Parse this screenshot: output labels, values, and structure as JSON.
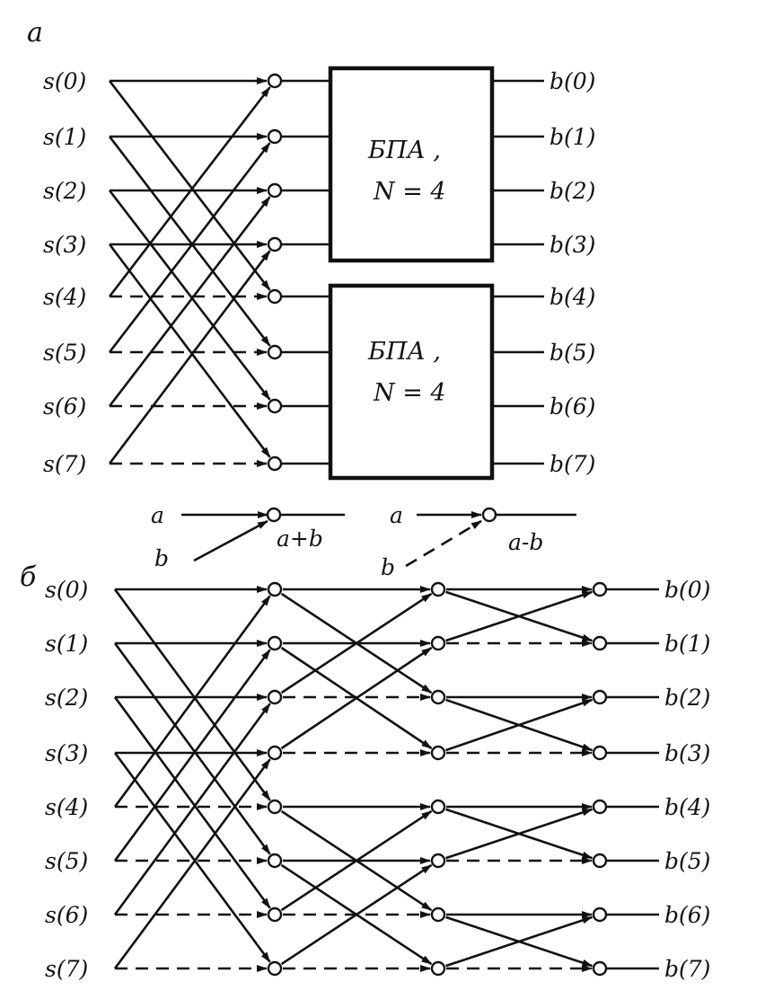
{
  "panel_a": {
    "letter": "a",
    "inputs": [
      "s(0)",
      "s(1)",
      "s(2)",
      "s(3)",
      "s(4)",
      "s(5)",
      "s(6)",
      "s(7)"
    ],
    "outputs": [
      "b(0)",
      "b(1)",
      "b(2)",
      "b(3)",
      "b(4)",
      "b(5)",
      "b(6)",
      "b(7)"
    ],
    "blocks": [
      {
        "line1": "БПА ,",
        "line2": "N = 4"
      },
      {
        "line1": "БПА ,",
        "line2": "N = 4"
      }
    ]
  },
  "legend": {
    "sum": {
      "a": "a",
      "b": "b",
      "result": "a+b"
    },
    "difference": {
      "a": "a",
      "b": "b",
      "result": "a-b"
    }
  },
  "panel_b": {
    "letter": "б",
    "inputs": [
      "s(0)",
      "s(1)",
      "s(2)",
      "s(3)",
      "s(4)",
      "s(5)",
      "s(6)",
      "s(7)"
    ],
    "outputs": [
      "b(0)",
      "b(1)",
      "b(2)",
      "b(3)",
      "b(4)",
      "b(5)",
      "b(6)",
      "b(7)"
    ]
  }
}
